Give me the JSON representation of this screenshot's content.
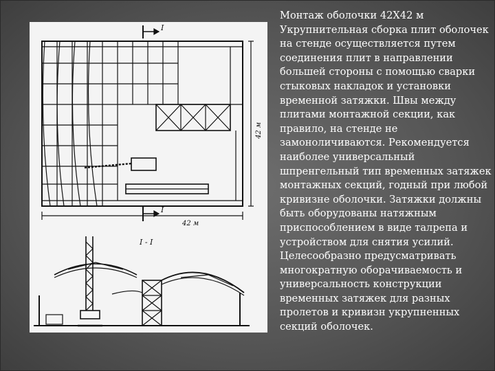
{
  "slide": {
    "body_text": "Монтаж оболочки 42Х42 м\nУкрупнительная сборка плит оболочек на стенде осуществляется путем соединения плит в направлении большей стороны с помощью сварки стыковых накладок и установки временной затяжки. Швы между плитами монтажной секции, как правило, на стенде не замоноличиваются. Рекомендуется наиболее универсальный шпренгельный тип временных затяжек монтажных секций, годный при любой кривизне оболочки. Затяжки должны быть оборудованы натяжным приспособлением в виде талрепа и устройством для снятия усилий. Целесообразно предусматривать многократную оборачиваемость и универсальность конструкции временных затяжек для разных пролетов и кривизн укрупненных секций оболочек."
  },
  "drawing": {
    "section_marker_top": "I",
    "section_marker_bottom": "I",
    "dimension_width": "42 м",
    "dimension_height": "42 м",
    "section_title": "I - I"
  }
}
